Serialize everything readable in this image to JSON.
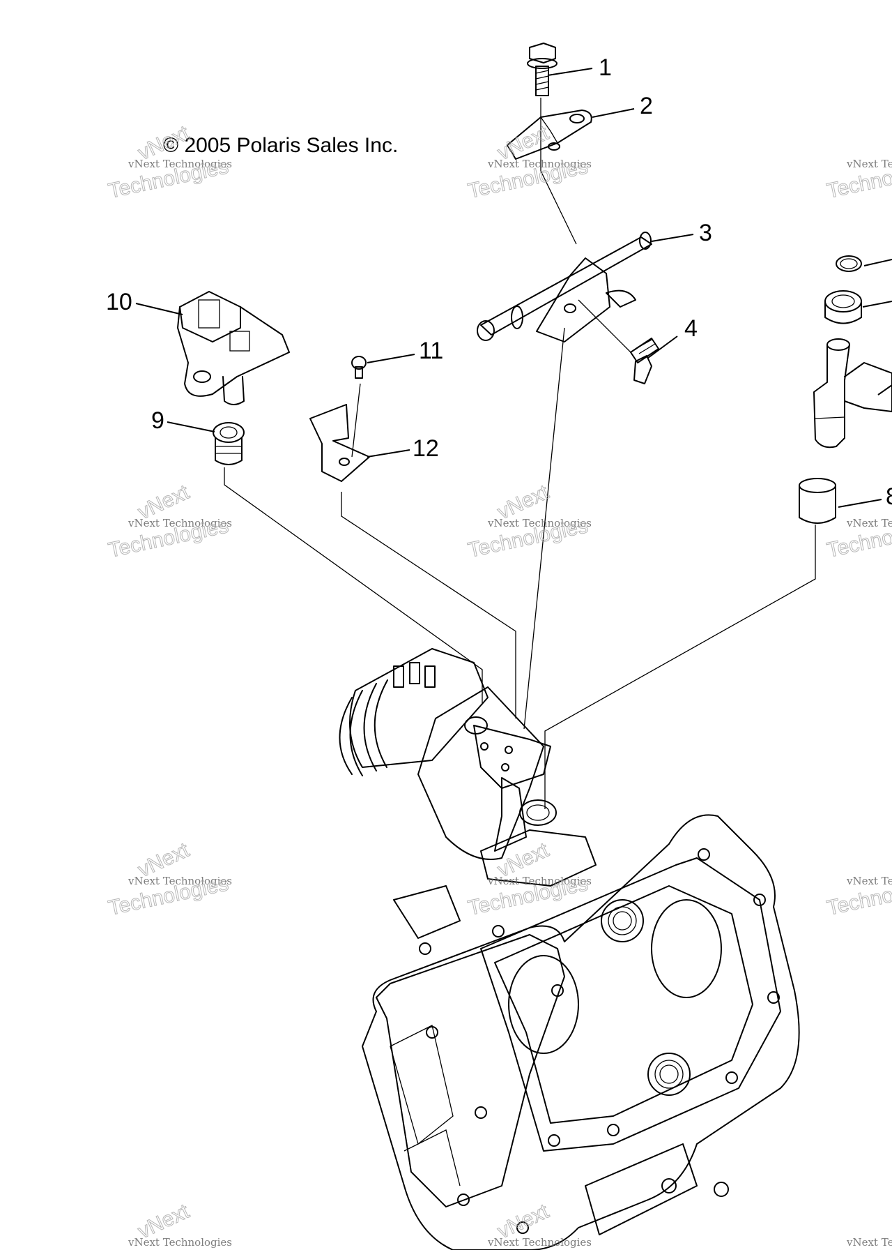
{
  "diagram": {
    "copyright": "© 2005 Polaris Sales Inc.",
    "callouts": [
      "1",
      "2",
      "3",
      "4",
      "",
      "",
      "",
      "8",
      "9",
      "10",
      "11",
      "12"
    ],
    "watermark": {
      "line1": "vNext Technologies",
      "line2": "Technologies",
      "line3": "vNext"
    }
  }
}
